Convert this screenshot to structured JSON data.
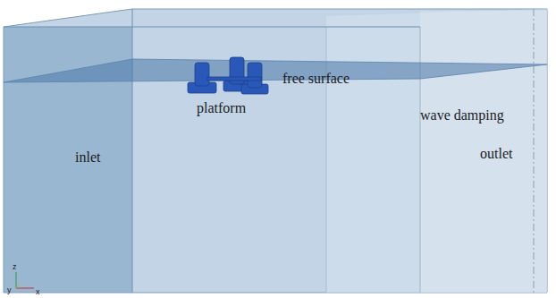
{
  "diagram": {
    "labels": [
      "platform",
      "free surface",
      "wave damping",
      "inlet",
      "outlet",
      "z",
      "y",
      "x"
    ]
  }
}
